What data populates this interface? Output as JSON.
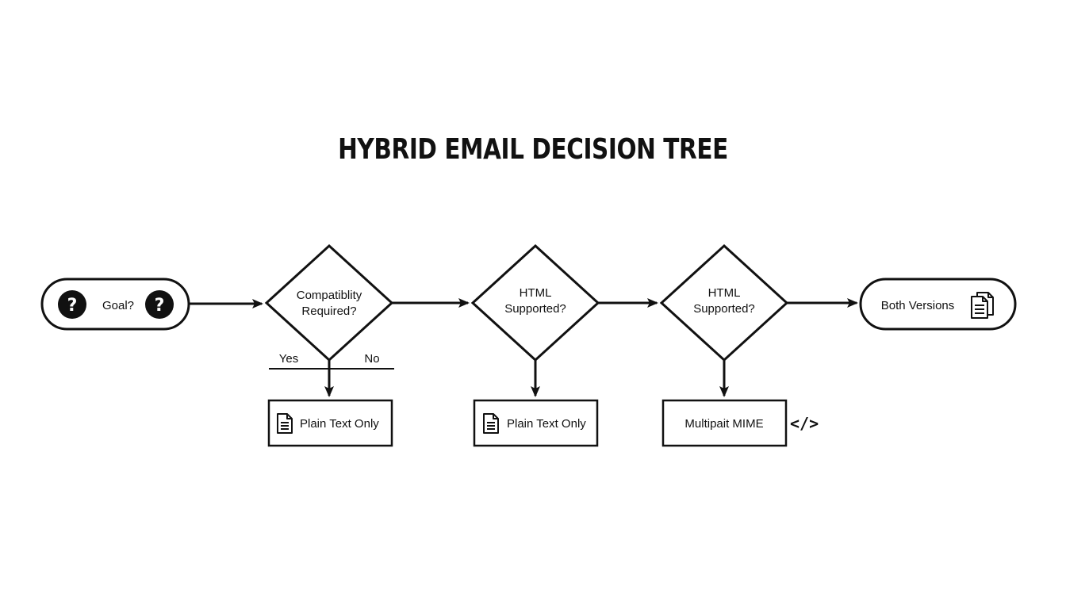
{
  "title": "HYBRID EMAIL DECISION TREE",
  "start": {
    "label": "Goal?",
    "icons": [
      "question-mark-icon",
      "question-mark-icon"
    ]
  },
  "decisions": [
    {
      "line1": "Compatiblity",
      "line2": "Required?"
    },
    {
      "line1": "HTML",
      "line2": "Supported?"
    },
    {
      "line1": "HTML",
      "line2": "Supported?"
    }
  ],
  "branch_labels": {
    "yes": "Yes",
    "no": "No"
  },
  "outcomes": [
    {
      "label": "Plain Text Only",
      "icon": "document-icon"
    },
    {
      "label": "Plain Text Only",
      "icon": "document-icon"
    },
    {
      "label": "Multipait MIME",
      "icon": "code-brackets-icon",
      "icon_text": "</>"
    }
  ],
  "end": {
    "label": "Both Versions",
    "icon": "copy-documents-icon"
  },
  "colors": {
    "stroke": "#111111",
    "background": "#ffffff"
  }
}
